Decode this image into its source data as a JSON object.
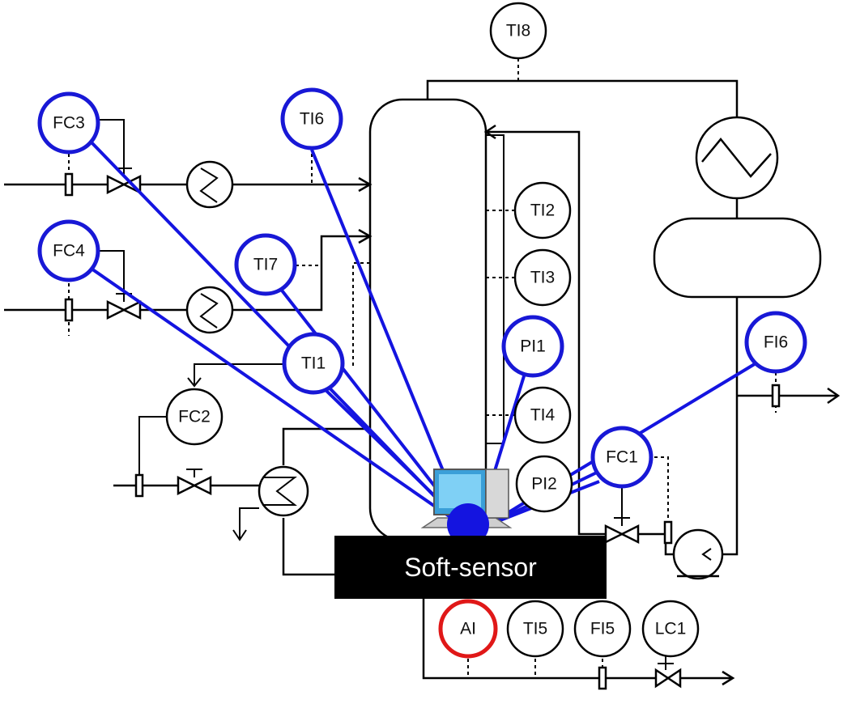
{
  "instruments": {
    "TI8": "TI8",
    "FC3": "FC3",
    "TI6": "TI6",
    "FC4": "FC4",
    "TI7": "TI7",
    "TI2": "TI2",
    "TI3": "TI3",
    "PI1": "PI1",
    "TI1": "TI1",
    "FI6": "FI6",
    "FC2": "FC2",
    "TI4": "TI4",
    "FC1": "FC1",
    "PI2": "PI2",
    "AI": "AI",
    "TI5": "TI5",
    "FI5": "FI5",
    "LC1": "LC1"
  },
  "soft_sensor": {
    "label": "Soft-sensor"
  },
  "colors": {
    "selected": "#1818d6",
    "target": "#e01818",
    "box": "#000000"
  }
}
